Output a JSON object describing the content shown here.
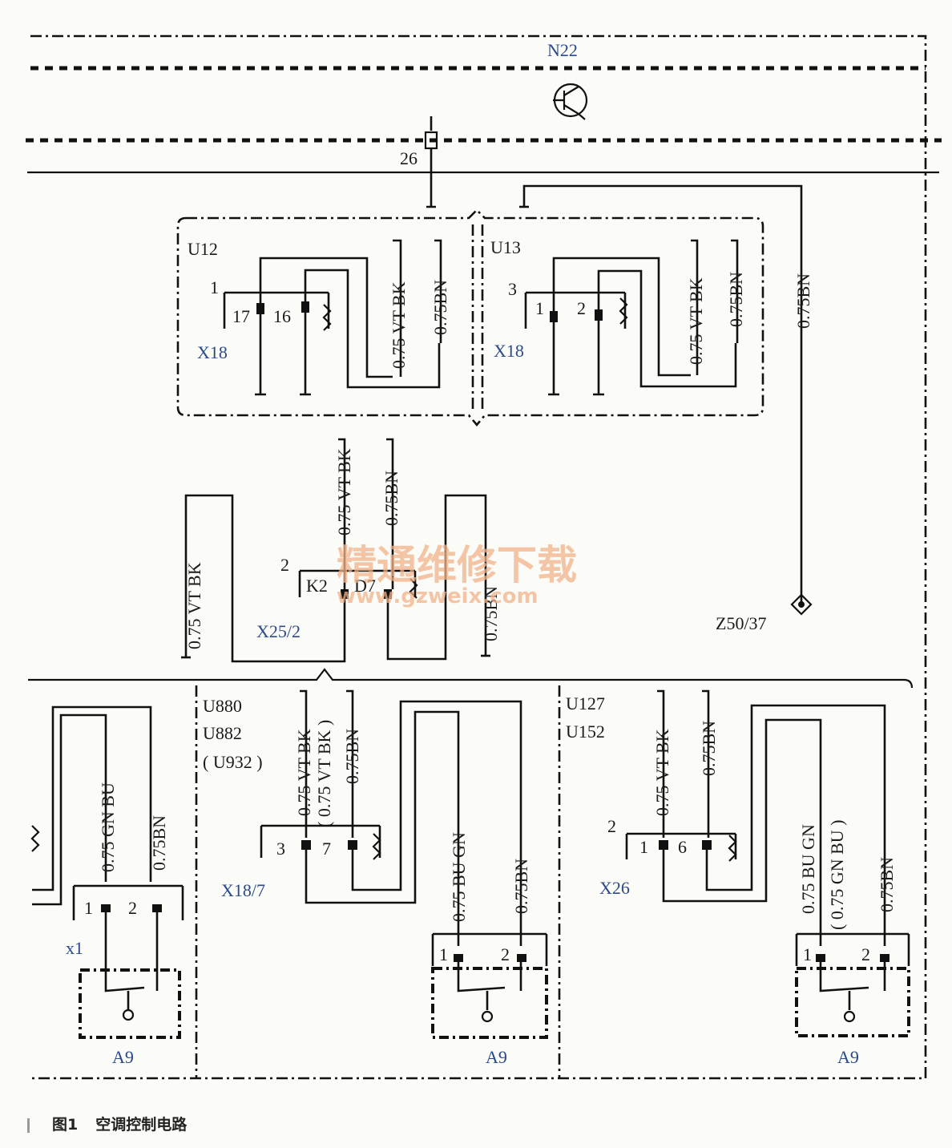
{
  "diagram": {
    "module": "N22",
    "pin_26": "26",
    "u12": "U12",
    "u13": "U13",
    "wire_vt_bk": "0.75 VT BK",
    "wire_bn": "0.75BN",
    "wire_gn_bu": "0.75 GN BU",
    "wire_bu_gn": "0.75 BU GN",
    "wire_vt_bk_alt": "( 0.75 VT BK )",
    "wire_gn_bu_alt": "( 0.75 GN BU )",
    "x18": "X18",
    "x18_7": "X18/7",
    "x25_2": "X25/2",
    "x26": "X26",
    "x1": "x1",
    "a9": "A9",
    "z50_37": "Z50/37",
    "u880": "U880",
    "u882": "U882",
    "u932": "( U932 )",
    "u127": "U127",
    "u152": "U152",
    "k2": "K2",
    "d7": "D7",
    "pin_1": "1",
    "pin_2": "2",
    "pin_3": "3",
    "pin_6": "6",
    "pin_7": "7",
    "pin_16": "16",
    "pin_17": "17"
  },
  "watermark": {
    "cn": "精通维修下载",
    "url": "www.gzweix.com"
  },
  "caption": {
    "number": "图1",
    "title": "空调控制电路"
  }
}
